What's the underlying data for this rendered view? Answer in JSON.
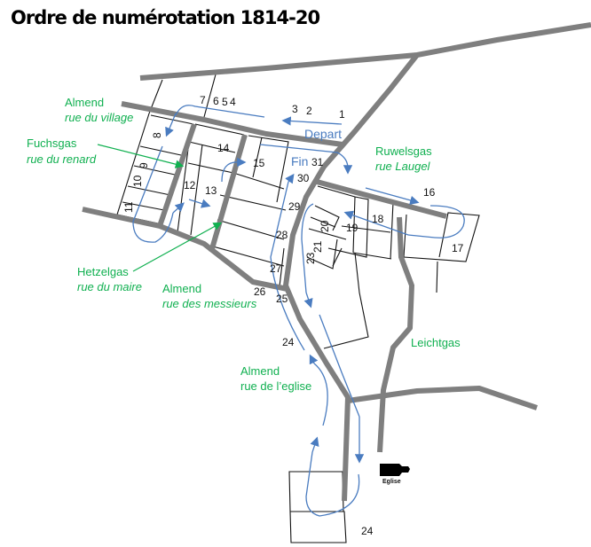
{
  "title": "Ordre de numérotation 1814-20",
  "streets": {
    "almend_village": {
      "name": "Almend",
      "french": "rue du village"
    },
    "fuchsgas": {
      "name": "Fuchsgas",
      "french": "rue du renard"
    },
    "hetzelgas": {
      "name": "Hetzelgas",
      "french": "rue du maire"
    },
    "almend_messieurs": {
      "name": "Almend",
      "french": "rue des messieurs"
    },
    "ruwelsgas": {
      "name": "Ruwelsgas",
      "french": "rue Laugel"
    },
    "leichtgas": {
      "name": "Leichtgas"
    },
    "almend_eglise": {
      "name": "Almend",
      "french": "rue de l’eglise"
    }
  },
  "route": {
    "start": "Depart",
    "end": "Fin"
  },
  "church": "Eglise",
  "numbers": {
    "n1": "1",
    "n2": "2",
    "n3": "3",
    "n4": "4",
    "n5": "5",
    "n6": "6",
    "n7": "7",
    "n8": "8",
    "n9": "9",
    "n10": "10",
    "n11": "11",
    "n12": "12",
    "n13": "13",
    "n14": "14",
    "n15": "15",
    "n16": "16",
    "n17": "17",
    "n18": "18",
    "n19": "19",
    "n20": "20",
    "n21": "21",
    "n23": "23",
    "n24a": "24",
    "n24b": "24",
    "n25": "25",
    "n26": "26",
    "n27": "27",
    "n28": "28",
    "n29": "29",
    "n30": "30",
    "n31": "31"
  },
  "colors": {
    "road": "#7f7f7f",
    "route": "#4a7cc0",
    "street_label": "#10b050",
    "parcel": "#111111"
  }
}
